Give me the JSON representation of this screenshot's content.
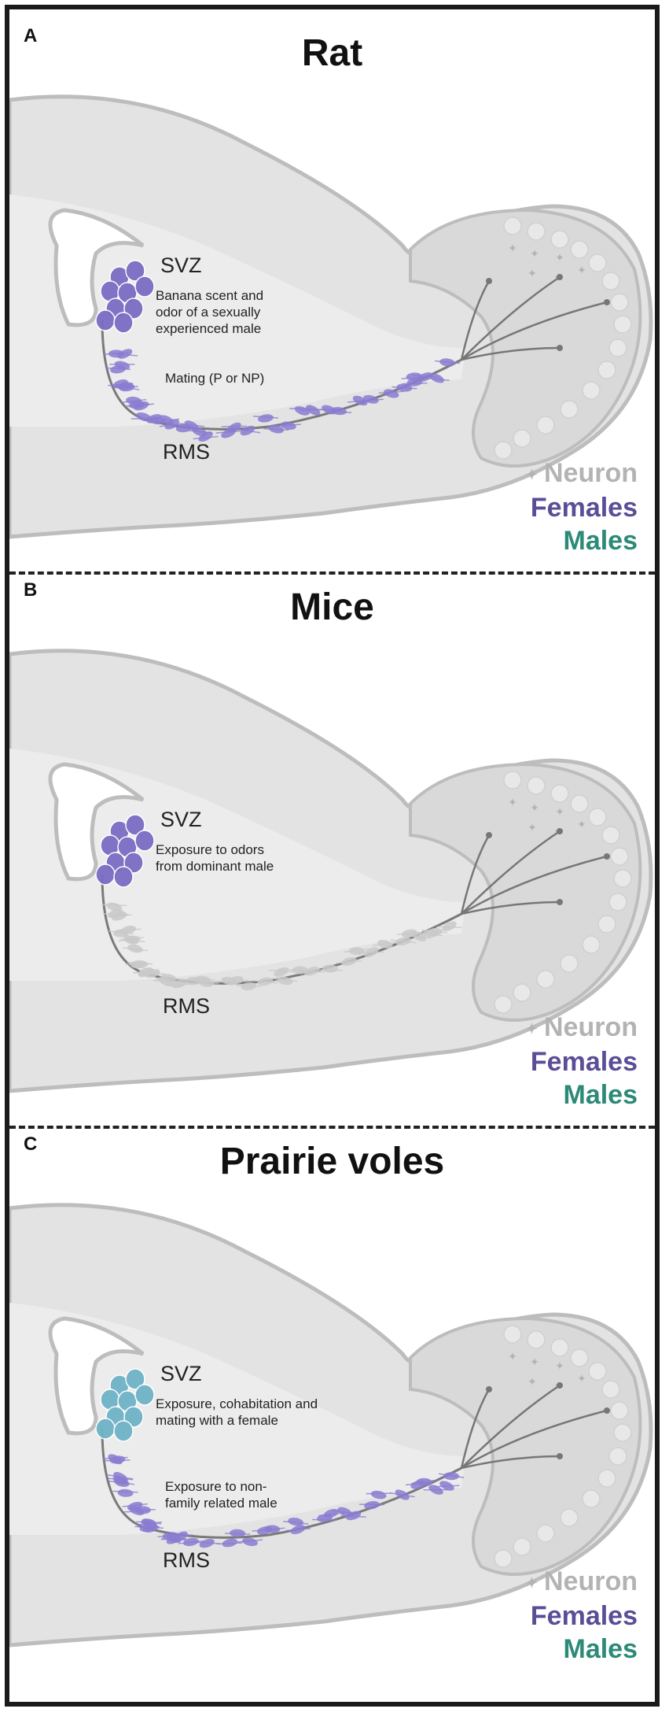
{
  "panels": [
    {
      "letter": "A",
      "title": "Rat",
      "svz_label": "SVZ",
      "rms_label": "RMS",
      "svz_text_1": "Banana scent and",
      "svz_text_2": "odor of a sexually",
      "svz_text_3": "experienced male",
      "rms_text_1": "Mating (P or NP)",
      "rms_text_2": "",
      "svz_color": "#7b6cc2",
      "rms_color": "#8a7dd1"
    },
    {
      "letter": "B",
      "title": "Mice",
      "svz_label": "SVZ",
      "rms_label": "RMS",
      "svz_text_1": "Exposure to odors",
      "svz_text_2": "from dominant male",
      "svz_text_3": "",
      "rms_text_1": "",
      "rms_text_2": "",
      "svz_color": "#7b6cc2",
      "rms_color": "#c9c9c9"
    },
    {
      "letter": "C",
      "title": "Prairie voles",
      "svz_label": "SVZ",
      "rms_label": "RMS",
      "svz_text_1": "Exposure, cohabitation and",
      "svz_text_2": "mating with a female",
      "svz_text_3": "",
      "rms_text_1": "Exposure to non-",
      "rms_text_2": "family related male",
      "svz_color": "#6fb3c7",
      "rms_color": "#8a7dd1"
    }
  ],
  "legend": {
    "neuron": "Neuron",
    "females": "Females",
    "males": "Males"
  },
  "colors": {
    "neuron": "#b3b3b3",
    "females": "#5b4d96",
    "males": "#2c8a78"
  }
}
